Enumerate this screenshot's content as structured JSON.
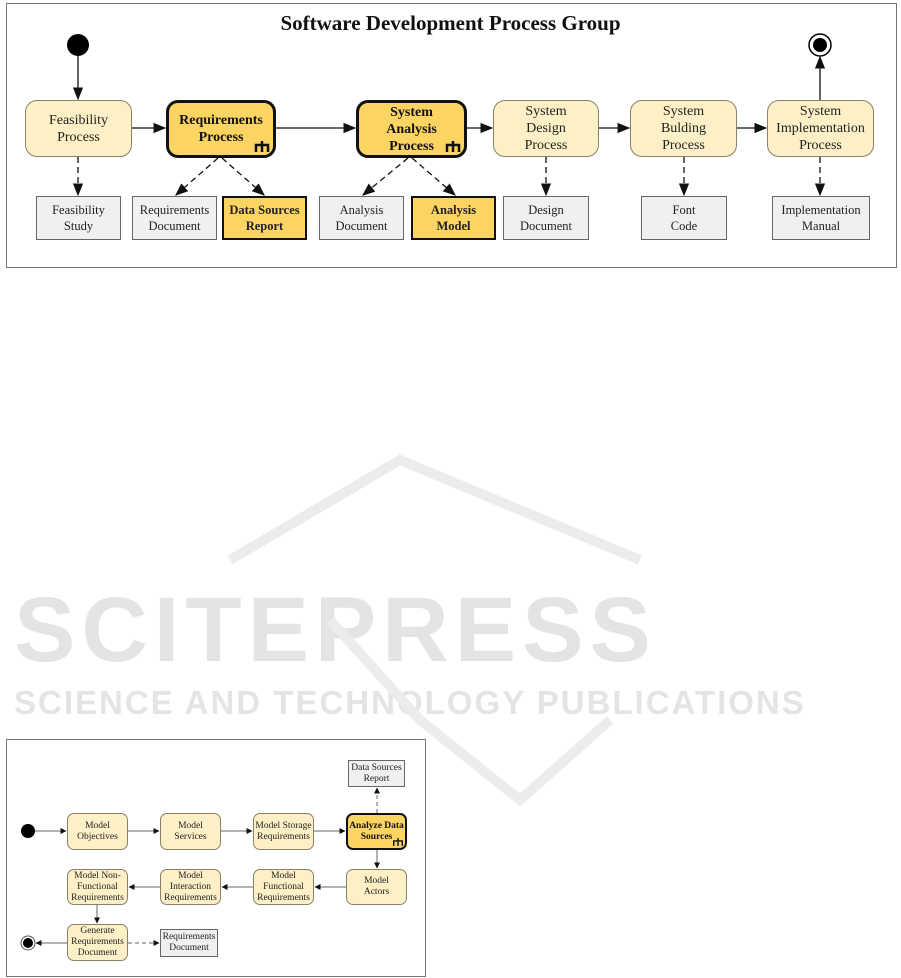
{
  "top_diagram": {
    "title": "Software Development Process Group",
    "activities": [
      "Feasibility\nProcess",
      "Requirements\nProcess",
      "System\nAnalysis\nProcess",
      "System\nDesign\nProcess",
      "System\nBulding\nProcess",
      "System\nImplementation\nProcess"
    ],
    "artifacts": [
      "Feasibility\nStudy",
      "Requirements\nDocument",
      "Data Sources\nReport",
      "Analysis\nDocument",
      "Analysis\nModel",
      "Design\nDocument",
      "Font\nCode",
      "Implementation\nManual"
    ]
  },
  "watermark": {
    "brand": "SCITEPRESS",
    "subtitle": "SCIENCE AND TECHNOLOGY PUBLICATIONS"
  },
  "bottom_diagram": {
    "activities": [
      "Model\nObjectives",
      "Model\nServices",
      "Model Storage\nRequirements",
      "Analyze Data\nSources",
      "Model\nActors",
      "Model\nFunctional\nRequirements",
      "Model\nInteraction\nRequirements",
      "Model Non-\nFunctional\nRequirements",
      "Generate\nRequirements\nDocument"
    ],
    "artifacts": [
      "Data Sources\nReport",
      "Requirements\nDocument"
    ]
  },
  "colors": {
    "highlight": "#fcd462",
    "activity": "#fdf0c6",
    "artifact": "#f0f0f0"
  }
}
